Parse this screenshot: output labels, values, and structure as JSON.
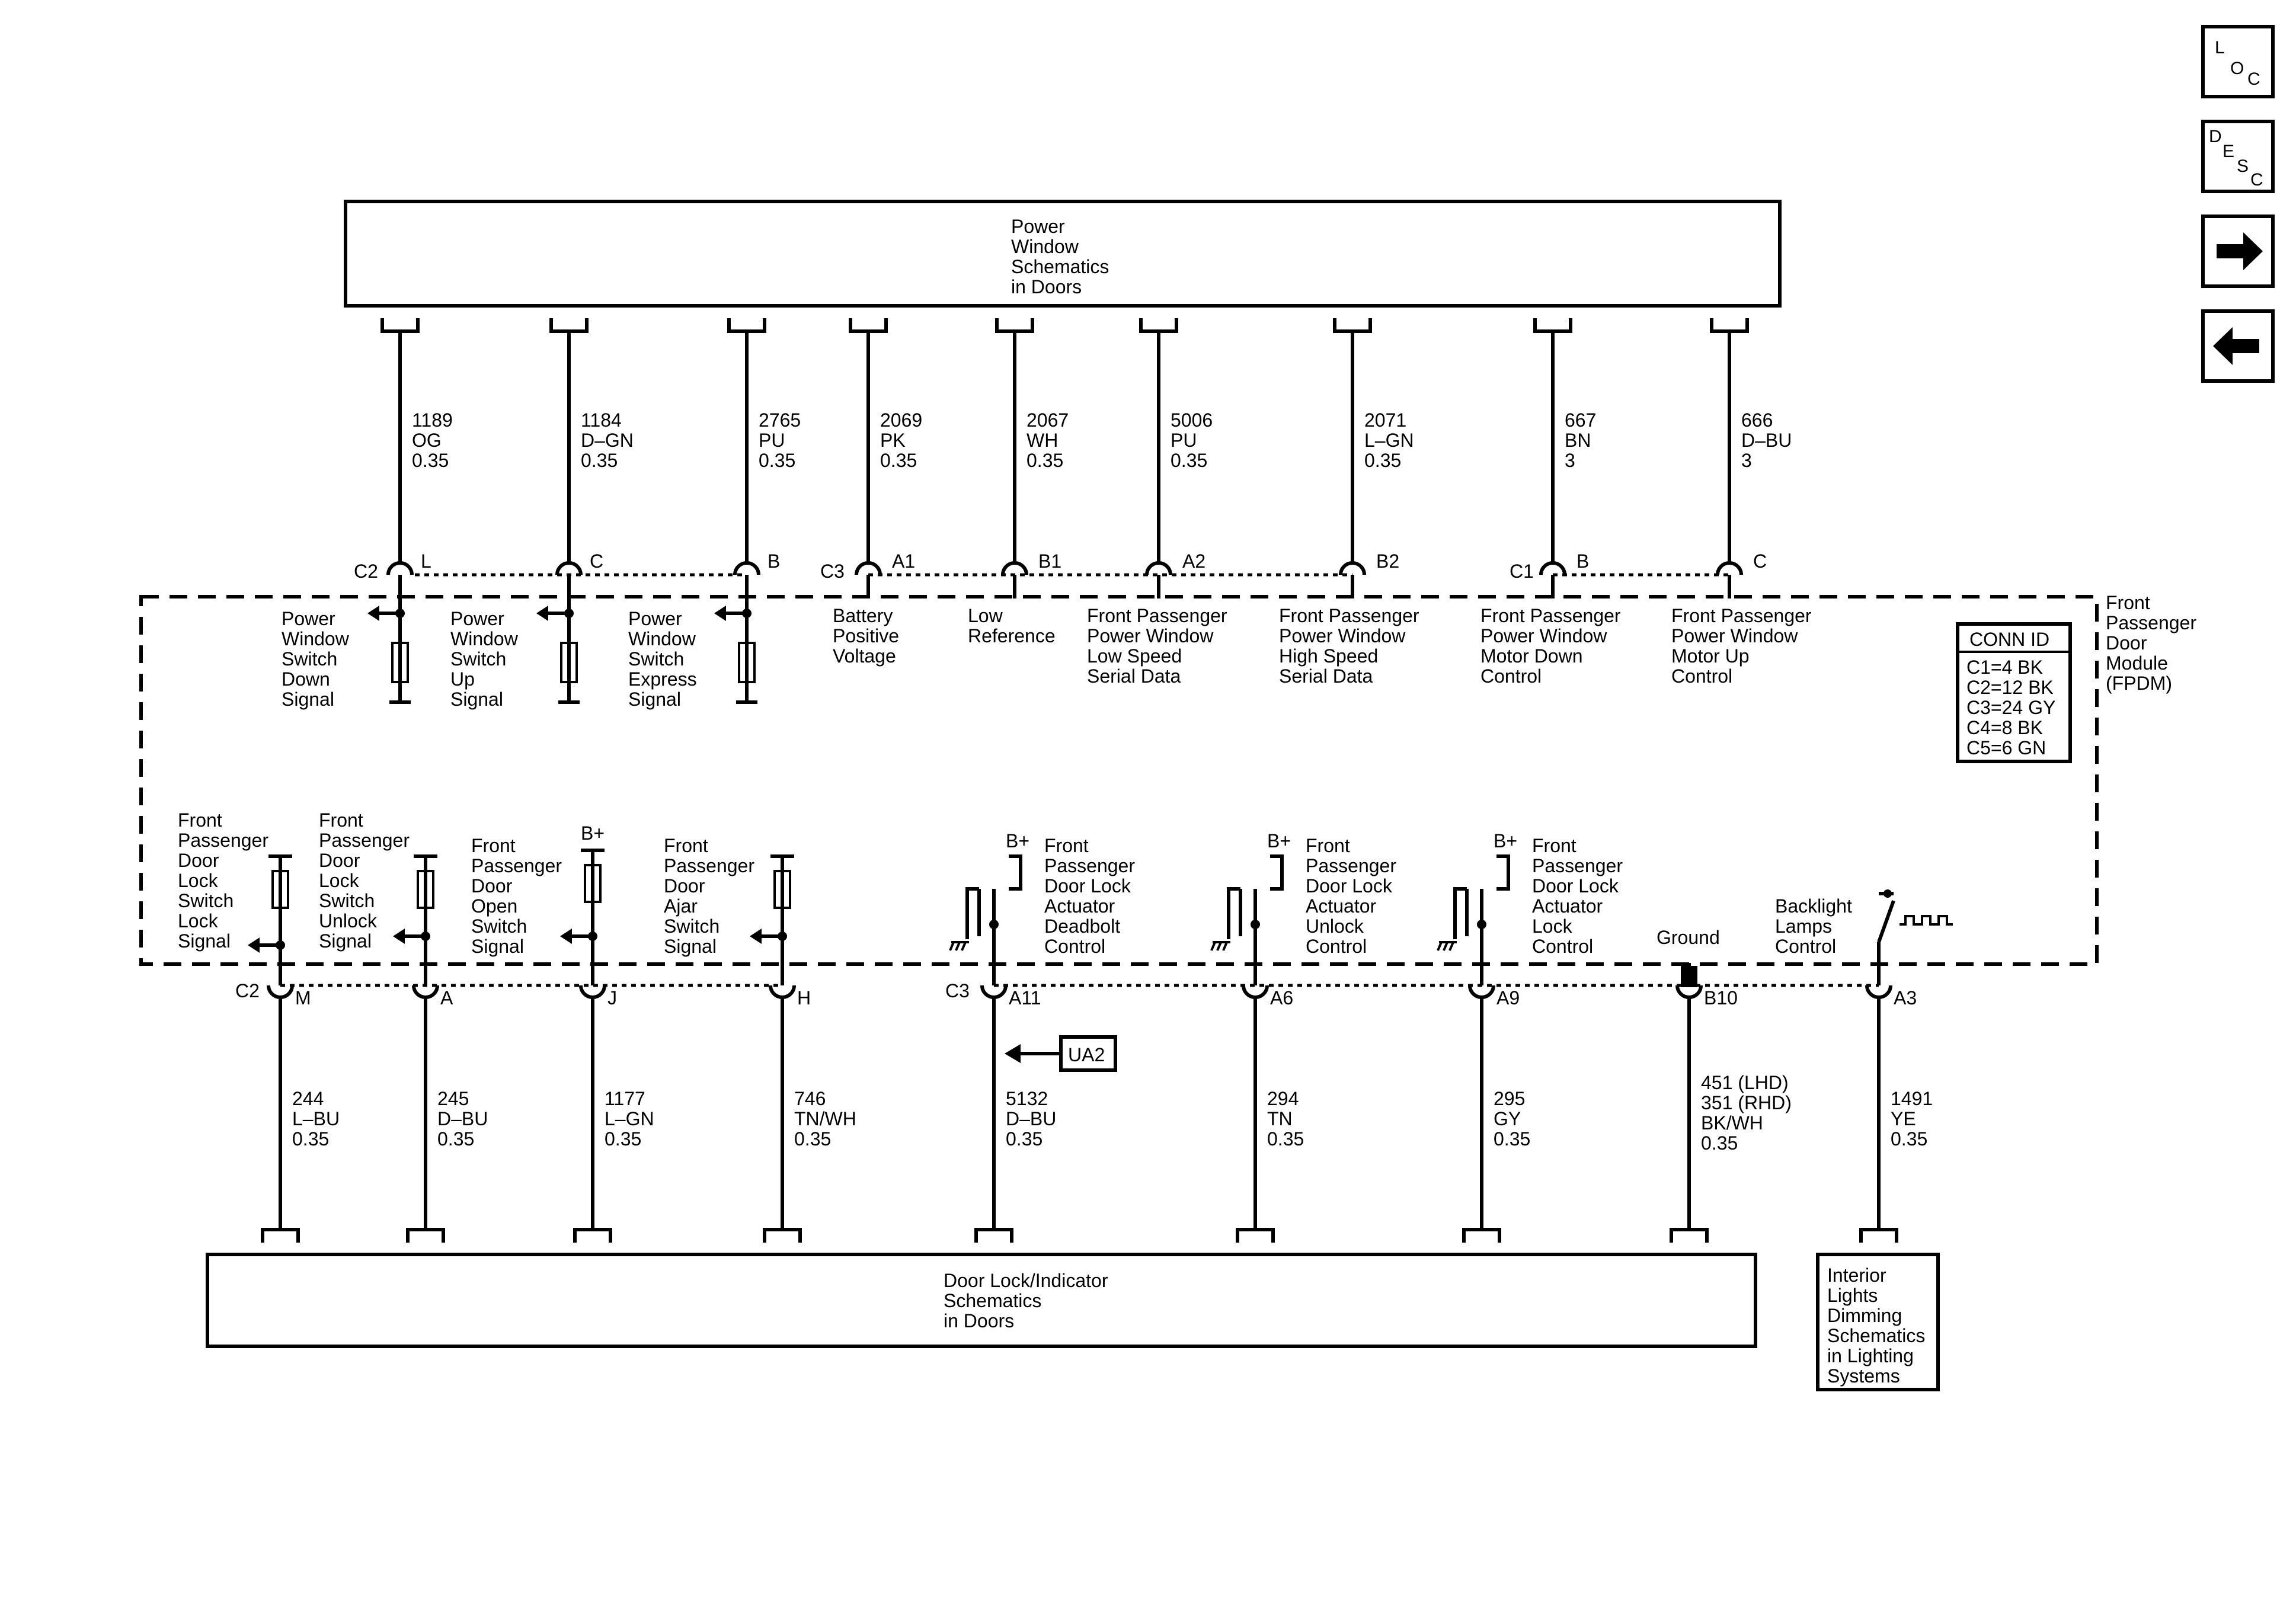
{
  "nav": {
    "loc": {
      "l": "L",
      "o": "O",
      "c": "C"
    },
    "desc": {
      "d": "D",
      "e": "E",
      "s": "S",
      "c": "C"
    }
  },
  "top_box": {
    "lines": [
      "Power",
      "Window",
      "Schematics",
      "in Doors"
    ]
  },
  "bottom_box": {
    "lines": [
      "Door Lock/Indicator",
      "Schematics",
      "in Doors"
    ]
  },
  "interior_box": {
    "lines": [
      "Interior",
      "Lights",
      "Dimming",
      "Schematics",
      "in Lighting",
      "Systems"
    ]
  },
  "module": {
    "name_lines": [
      "Front",
      "Passenger",
      "Door",
      "Module",
      "(FPDM)"
    ]
  },
  "conn_id": {
    "title": "CONN ID",
    "rows": [
      "C1=4 BK",
      "C2=12 BK",
      "C3=24 GY",
      "C4=8 BK",
      "C5=6 GN"
    ]
  },
  "connectors": {
    "c2": "C2",
    "c3": "C3",
    "c1": "C1",
    "c2b": "C2",
    "c3b": "C3"
  },
  "top_wires": [
    {
      "circuit": "1189",
      "color": "OG",
      "size": "0.35",
      "pin": "L",
      "label": [
        "Power",
        "Window",
        "Switch",
        "Down",
        "Signal"
      ]
    },
    {
      "circuit": "1184",
      "color": "D–GN",
      "size": "0.35",
      "pin": "C",
      "label": [
        "Power",
        "Window",
        "Switch",
        "Up",
        "Signal"
      ]
    },
    {
      "circuit": "2765",
      "color": "PU",
      "size": "0.35",
      "pin": "B",
      "label": [
        "Power",
        "Window",
        "Switch",
        "Express",
        "Signal"
      ]
    },
    {
      "circuit": "2069",
      "color": "PK",
      "size": "0.35",
      "pin": "A1",
      "label": [
        "Battery",
        "Positive",
        "Voltage"
      ]
    },
    {
      "circuit": "2067",
      "color": "WH",
      "size": "0.35",
      "pin": "B1",
      "label": [
        "Low",
        "Reference"
      ]
    },
    {
      "circuit": "5006",
      "color": "PU",
      "size": "0.35",
      "pin": "A2",
      "label": [
        "Front Passenger",
        "Power Window",
        "Low Speed",
        "Serial Data"
      ]
    },
    {
      "circuit": "2071",
      "color": "L–GN",
      "size": "0.35",
      "pin": "B2",
      "label": [
        "Front Passenger",
        "Power Window",
        "High Speed",
        "Serial Data"
      ]
    },
    {
      "circuit": "667",
      "color": "BN",
      "size": "3",
      "pin": "B",
      "label": [
        "Front Passenger",
        "Power Window",
        "Motor Down",
        "Control"
      ]
    },
    {
      "circuit": "666",
      "color": "D–BU",
      "size": "3",
      "pin": "C",
      "label": [
        "Front Passenger",
        "Power Window",
        "Motor Up",
        "Control"
      ]
    }
  ],
  "bottom_wires": [
    {
      "circuit": "244",
      "color": "L–BU",
      "size": "0.35",
      "pin": "M",
      "label": [
        "Front",
        "Passenger",
        "Door",
        "Lock",
        "Switch",
        "Lock",
        "Signal"
      ]
    },
    {
      "circuit": "245",
      "color": "D–BU",
      "size": "0.35",
      "pin": "A",
      "label": [
        "Front",
        "Passenger",
        "Door",
        "Lock",
        "Switch",
        "Unlock",
        "Signal"
      ]
    },
    {
      "circuit": "1177",
      "color": "L–GN",
      "size": "0.35",
      "pin": "J",
      "label": [
        "Front",
        "Passenger",
        "Door",
        "Open",
        "Switch",
        "Signal"
      ]
    },
    {
      "circuit": "746",
      "color": "TN/WH",
      "size": "0.35",
      "pin": "H",
      "label": [
        "Front",
        "Passenger",
        "Door",
        "Ajar",
        "Switch",
        "Signal"
      ]
    },
    {
      "circuit": "5132",
      "color": "D–BU",
      "size": "0.35",
      "pin": "A11",
      "label": [
        "Front",
        "Passenger",
        "Door Lock",
        "Actuator",
        "Deadbolt",
        "Control"
      ]
    },
    {
      "circuit": "294",
      "color": "TN",
      "size": "0.35",
      "pin": "A6",
      "label": [
        "Front",
        "Passenger",
        "Door Lock",
        "Actuator",
        "Unlock",
        "Control"
      ]
    },
    {
      "circuit": "295",
      "color": "GY",
      "size": "0.35",
      "pin": "A9",
      "label": [
        "Front",
        "Passenger",
        "Door Lock",
        "Actuator",
        "Lock",
        "Control"
      ]
    },
    {
      "circuit": "451 (LHD)",
      "circuit2": "351 (RHD)",
      "color": "BK/WH",
      "size": "0.35",
      "pin": "B10",
      "label": [
        "Ground"
      ]
    },
    {
      "circuit": "1491",
      "color": "YE",
      "size": "0.35",
      "pin": "A3",
      "label": [
        "Backlight",
        "Lamps",
        "Control"
      ]
    }
  ],
  "bplus": "B+",
  "ua2": "UA2"
}
